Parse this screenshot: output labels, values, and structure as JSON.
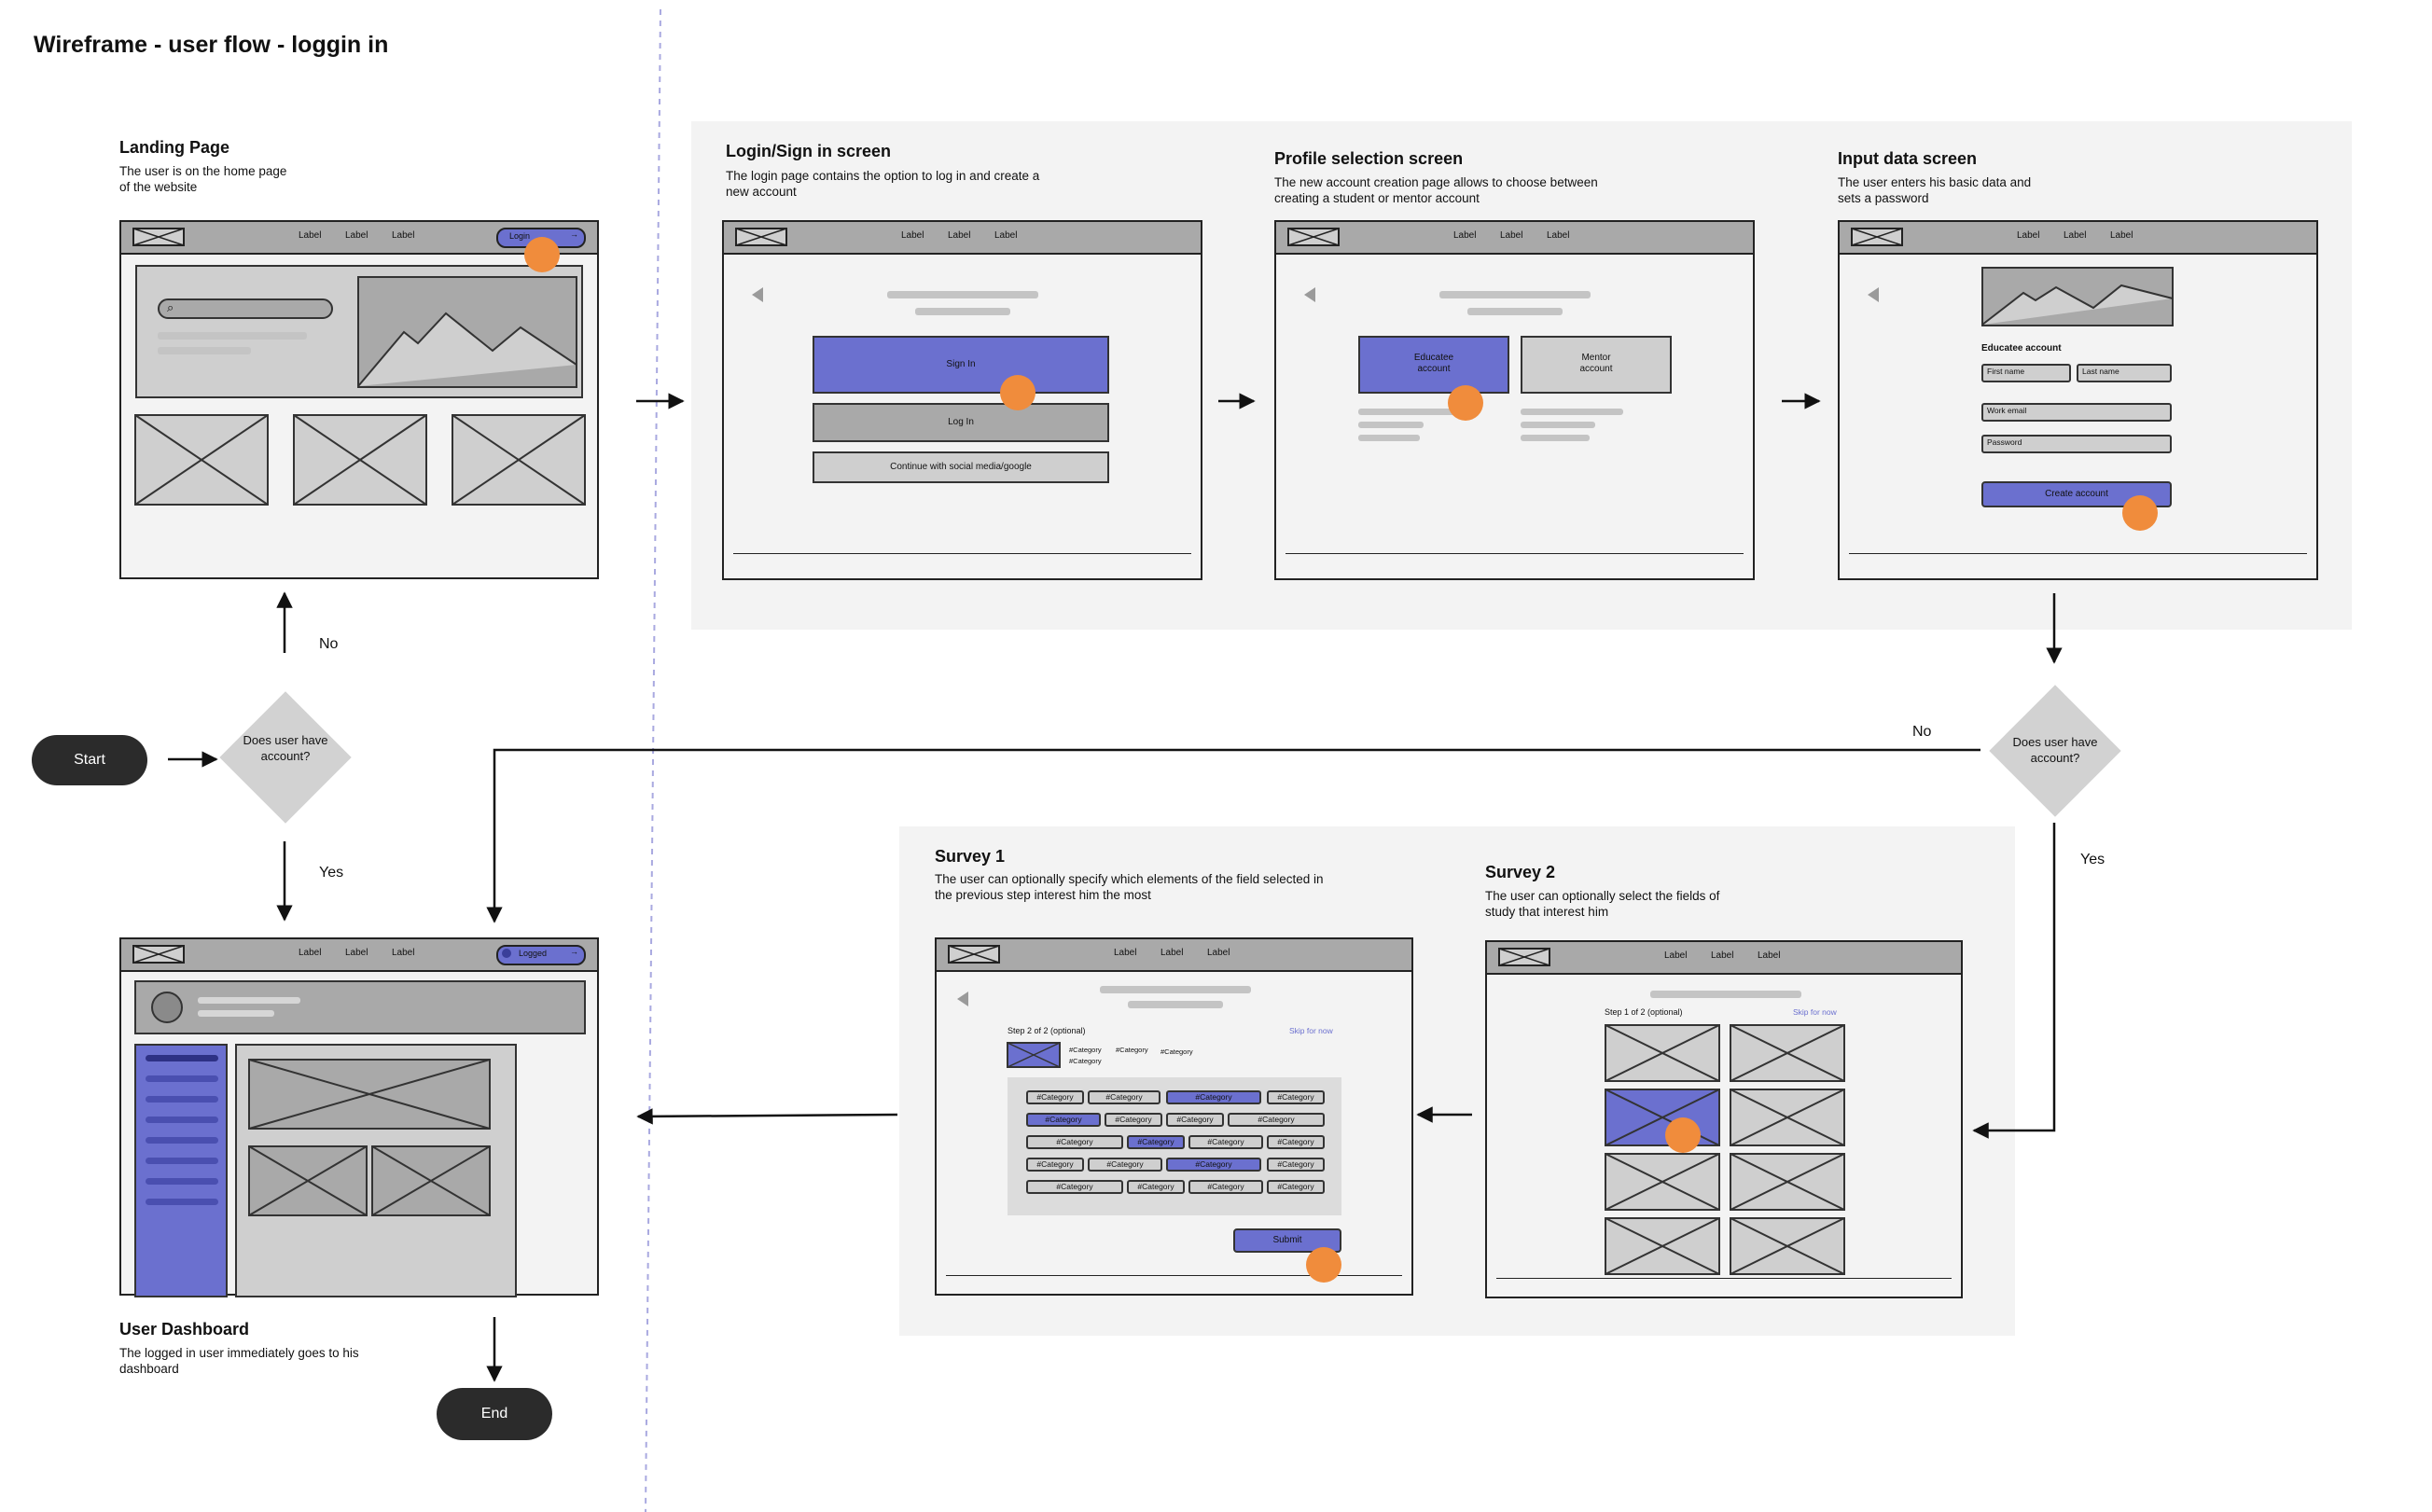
{
  "title": "Wireframe - user flow - loggin in",
  "nav_label": "Label",
  "landing": {
    "heading": "Landing Page",
    "desc": "The user is on the home page of the website",
    "login_btn": "Login"
  },
  "login": {
    "heading": "Login/Sign in screen",
    "desc": "The login page contains the option to log in and create a new account",
    "sign_in": "Sign In",
    "log_in": "Log In",
    "social": "Continue with social media/google"
  },
  "profile": {
    "heading": "Profile selection screen",
    "desc": "The new account creation page allows to choose between creating a student or mentor account",
    "educatee": "Educatee account",
    "mentor": "Mentor account"
  },
  "input": {
    "heading": "Input data screen",
    "desc": "The user enters his basic data and sets a password",
    "form_title": "Educatee account",
    "first_name": "First name",
    "last_name": "Last name",
    "work_email": "Work email",
    "password": "Password",
    "create": "Create account"
  },
  "decision": {
    "start": "Start",
    "question1": "Does user have account?",
    "question2": "Does user have account?",
    "no": "No",
    "yes": "Yes",
    "end": "End"
  },
  "survey1": {
    "heading": "Survey 1",
    "desc": "The user can optionally specify which elements of the field selected in the previous step interest him the most",
    "step": "Step 2 of 2 (optional)",
    "skip": "Skip for now",
    "category": "#Category",
    "submit": "Submit"
  },
  "survey2": {
    "heading": "Survey 2",
    "desc": "The user can optionally select the fields of study that interest him",
    "step": "Step 1 of 2 (optional)",
    "skip": "Skip for now"
  },
  "dashboard": {
    "heading": "User Dashboard",
    "desc": "The logged in user immediately goes to his dashboard",
    "logged_btn": "Logged"
  },
  "colors": {
    "accent": "#6b70cf",
    "cursor": "#f08c3c",
    "panel": "#f3f3f3",
    "dark": "#2b2b2b"
  }
}
